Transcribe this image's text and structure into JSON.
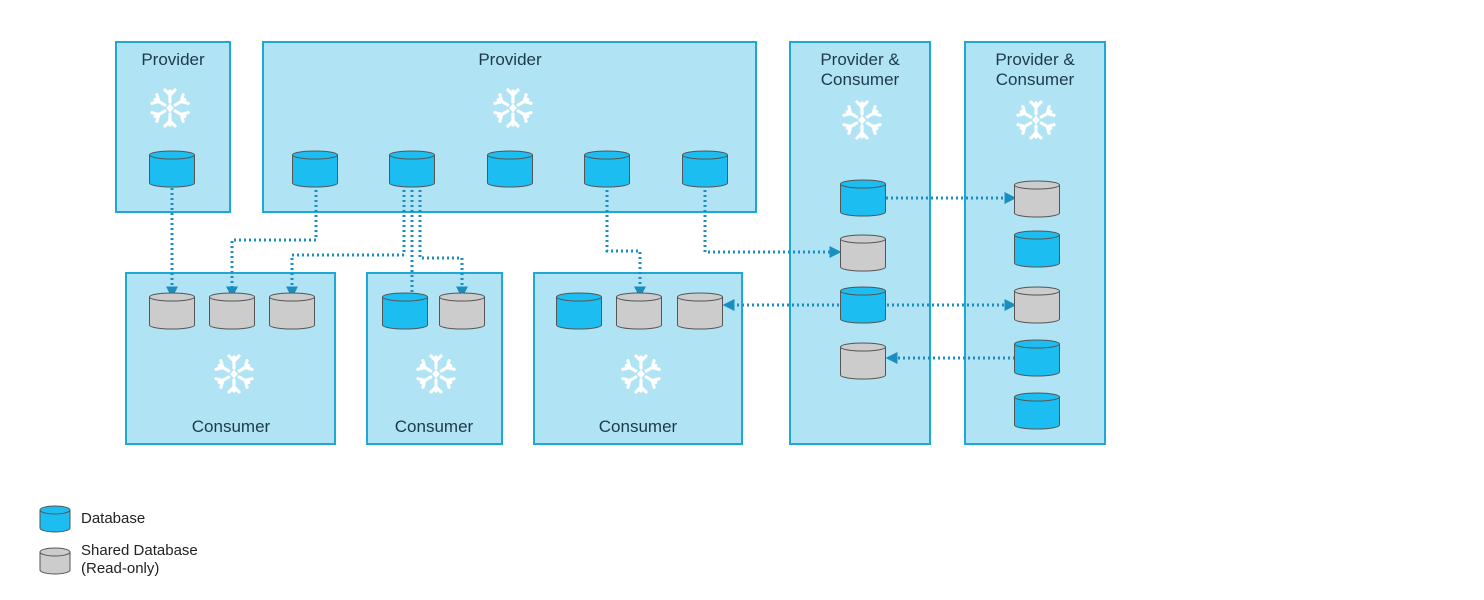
{
  "colors": {
    "container_fill": "#b0e3f4",
    "container_stroke": "#1fa8d6",
    "database": "#1cbdf0",
    "shared_database": "#cccccc",
    "connector": "#1b8ec0",
    "label_text": "#1c3a4a"
  },
  "icons": {
    "account": "snowflake-icon",
    "database": "database-icon",
    "shared_database": "shared-database-icon"
  },
  "containers": [
    {
      "id": "provider-1",
      "label": "Provider"
    },
    {
      "id": "provider-2",
      "label": "Provider"
    },
    {
      "id": "provider-consumer-1",
      "label_lines": [
        "Provider &",
        "Consumer"
      ]
    },
    {
      "id": "provider-consumer-2",
      "label_lines": [
        "Provider &",
        "Consumer"
      ]
    },
    {
      "id": "consumer-1",
      "label": "Consumer"
    },
    {
      "id": "consumer-2",
      "label": "Consumer"
    },
    {
      "id": "consumer-3",
      "label": "Consumer"
    }
  ],
  "legend": {
    "database_label": "Database",
    "shared_label_line1": "Shared Database",
    "shared_label_line2": "(Read-only)"
  }
}
